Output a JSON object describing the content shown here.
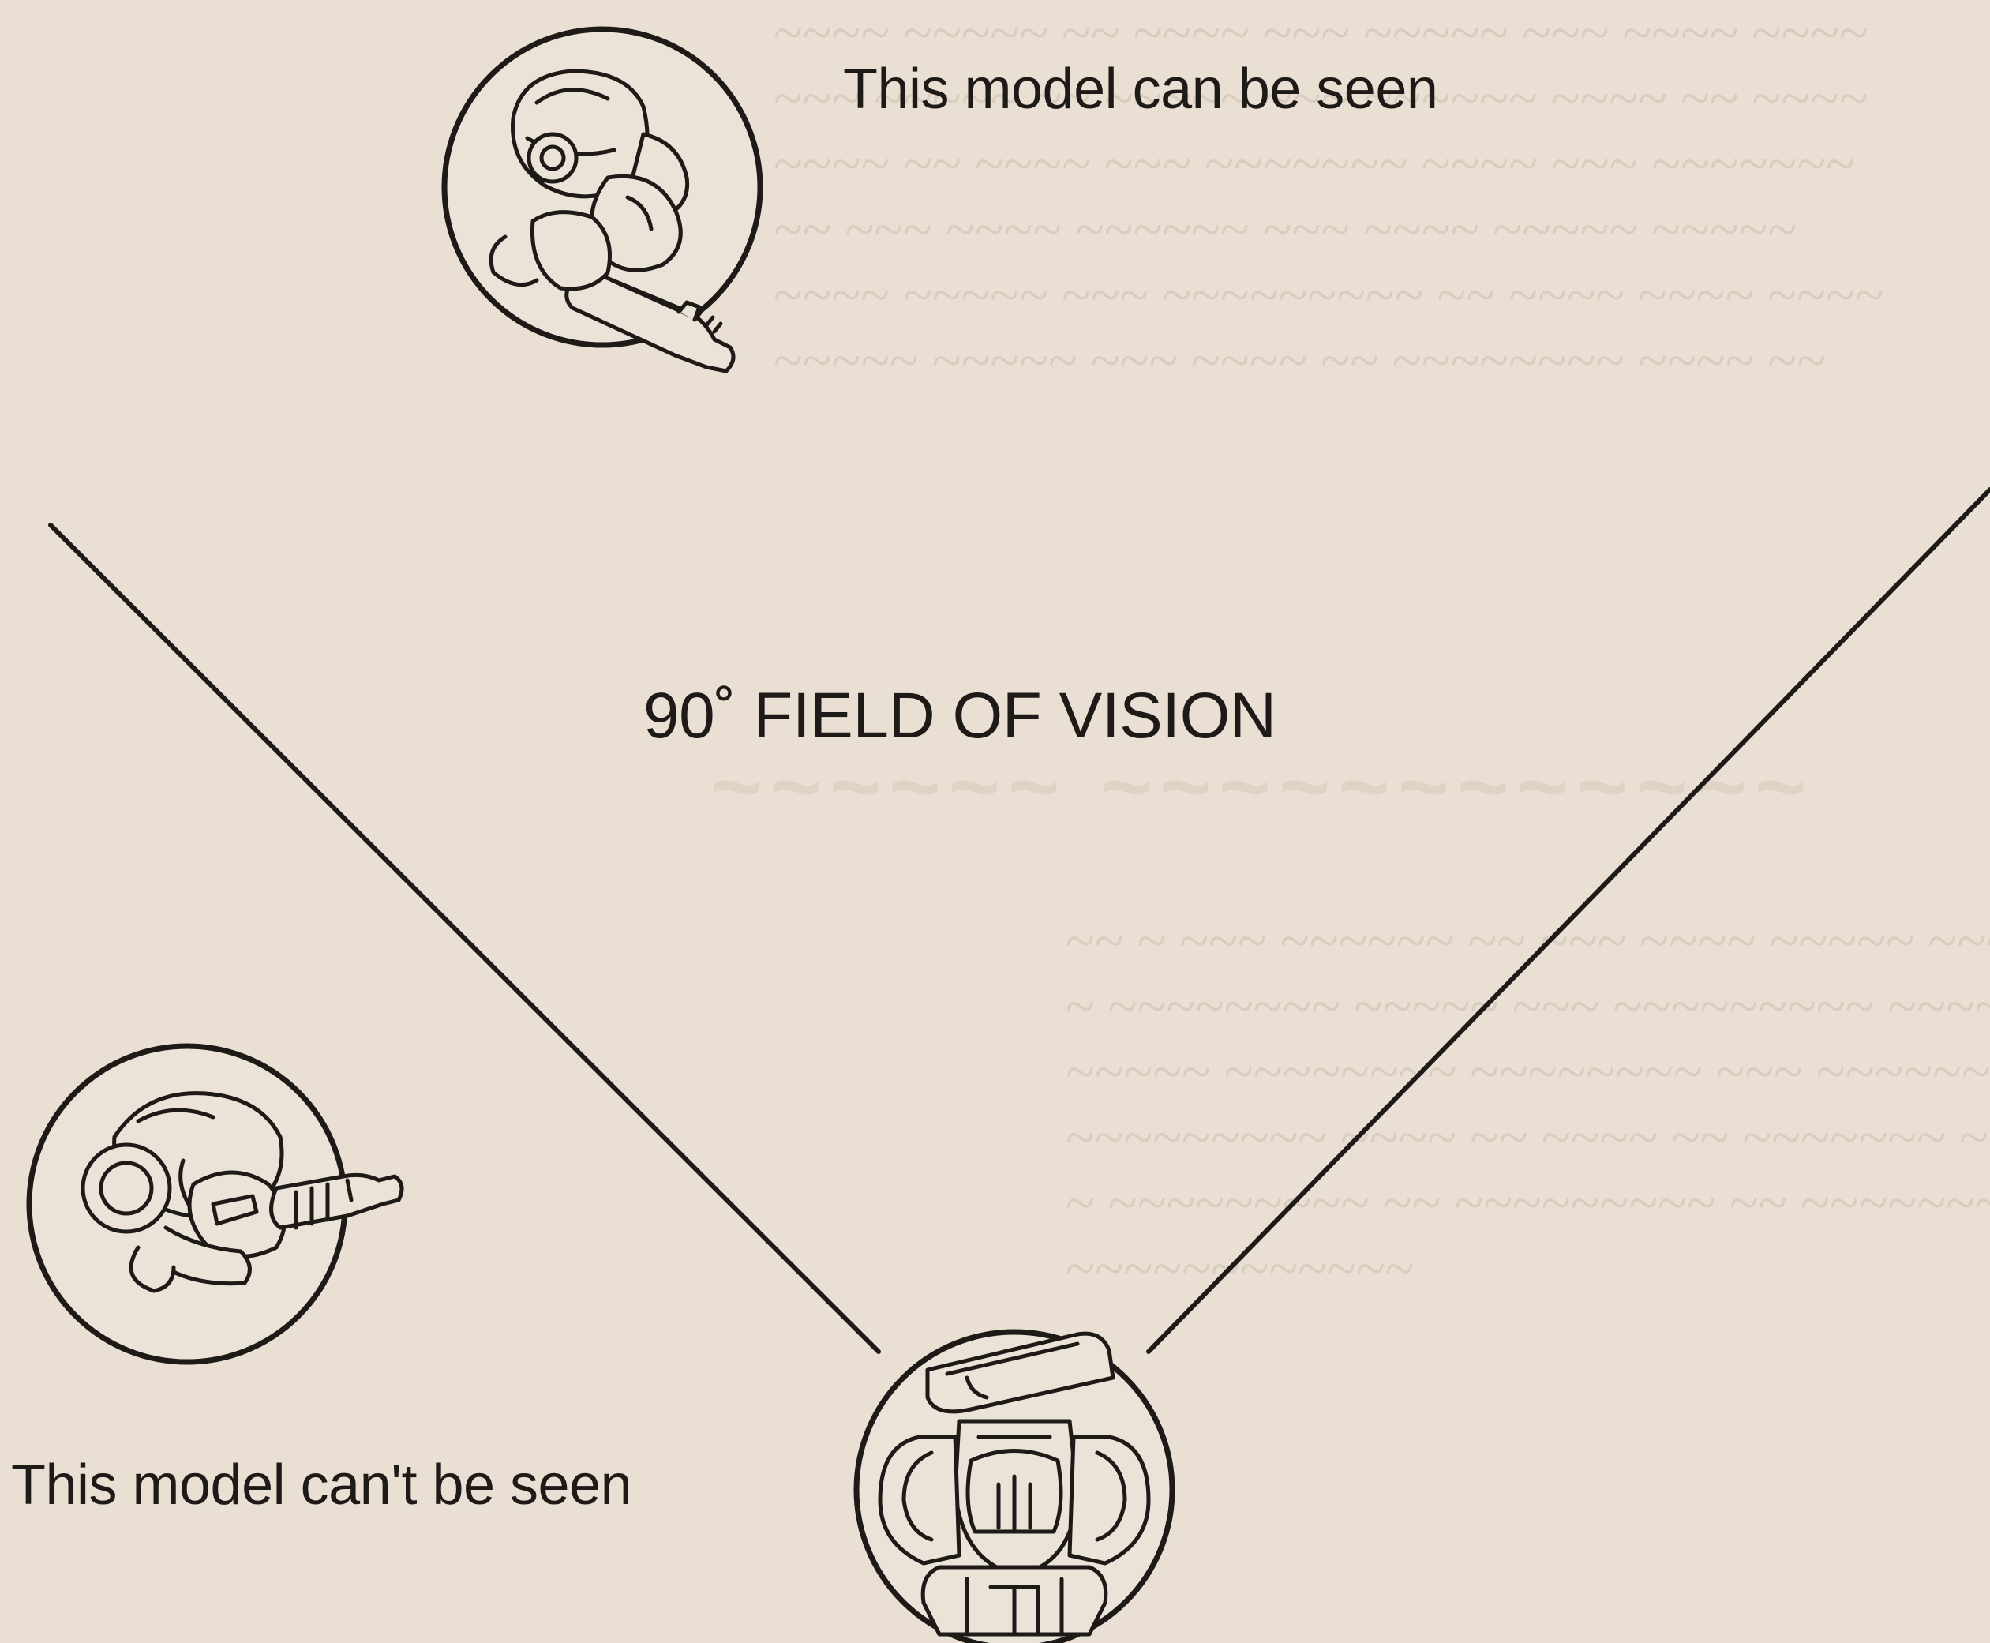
{
  "labels": {
    "seen": "This model can be seen",
    "unseen": "This model can't be seen",
    "title": "90˚ FIELD OF VISION"
  },
  "colors": {
    "background": "#e9dfd3",
    "ink": "#1d1a17"
  }
}
